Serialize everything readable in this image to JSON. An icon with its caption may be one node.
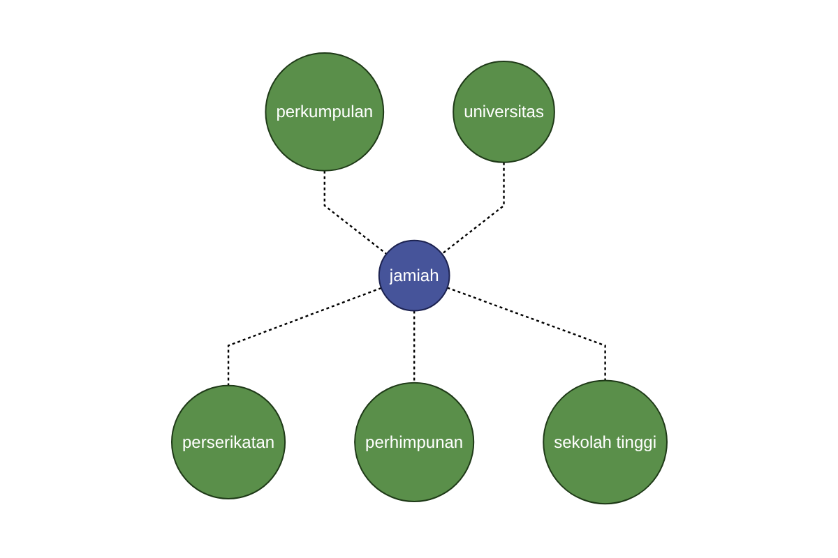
{
  "diagram": {
    "nodes": [
      {
        "text": [
          "perkumpulan"
        ]
      },
      {
        "text": [
          "universitas"
        ]
      },
      {
        "text": [
          "perserikatan"
        ]
      },
      {
        "text": [
          "jamiah"
        ]
      },
      {
        "text": [
          "perhimpunan"
        ]
      },
      {
        "text": [
          "sekolah tinggi"
        ]
      }
    ],
    "edges": [
      {
        "from": 0,
        "to": 3,
        "arrow": "none",
        "style": "dashed"
      },
      {
        "from": 1,
        "to": 3,
        "arrow": "none",
        "style": "dashed"
      },
      {
        "from": 3,
        "to": 2,
        "arrow": "none",
        "style": "dashed"
      },
      {
        "from": 3,
        "to": 4,
        "arrow": "none",
        "style": "dashed"
      },
      {
        "from": 3,
        "to": 5,
        "arrow": "none",
        "style": "dashed"
      }
    ]
  }
}
